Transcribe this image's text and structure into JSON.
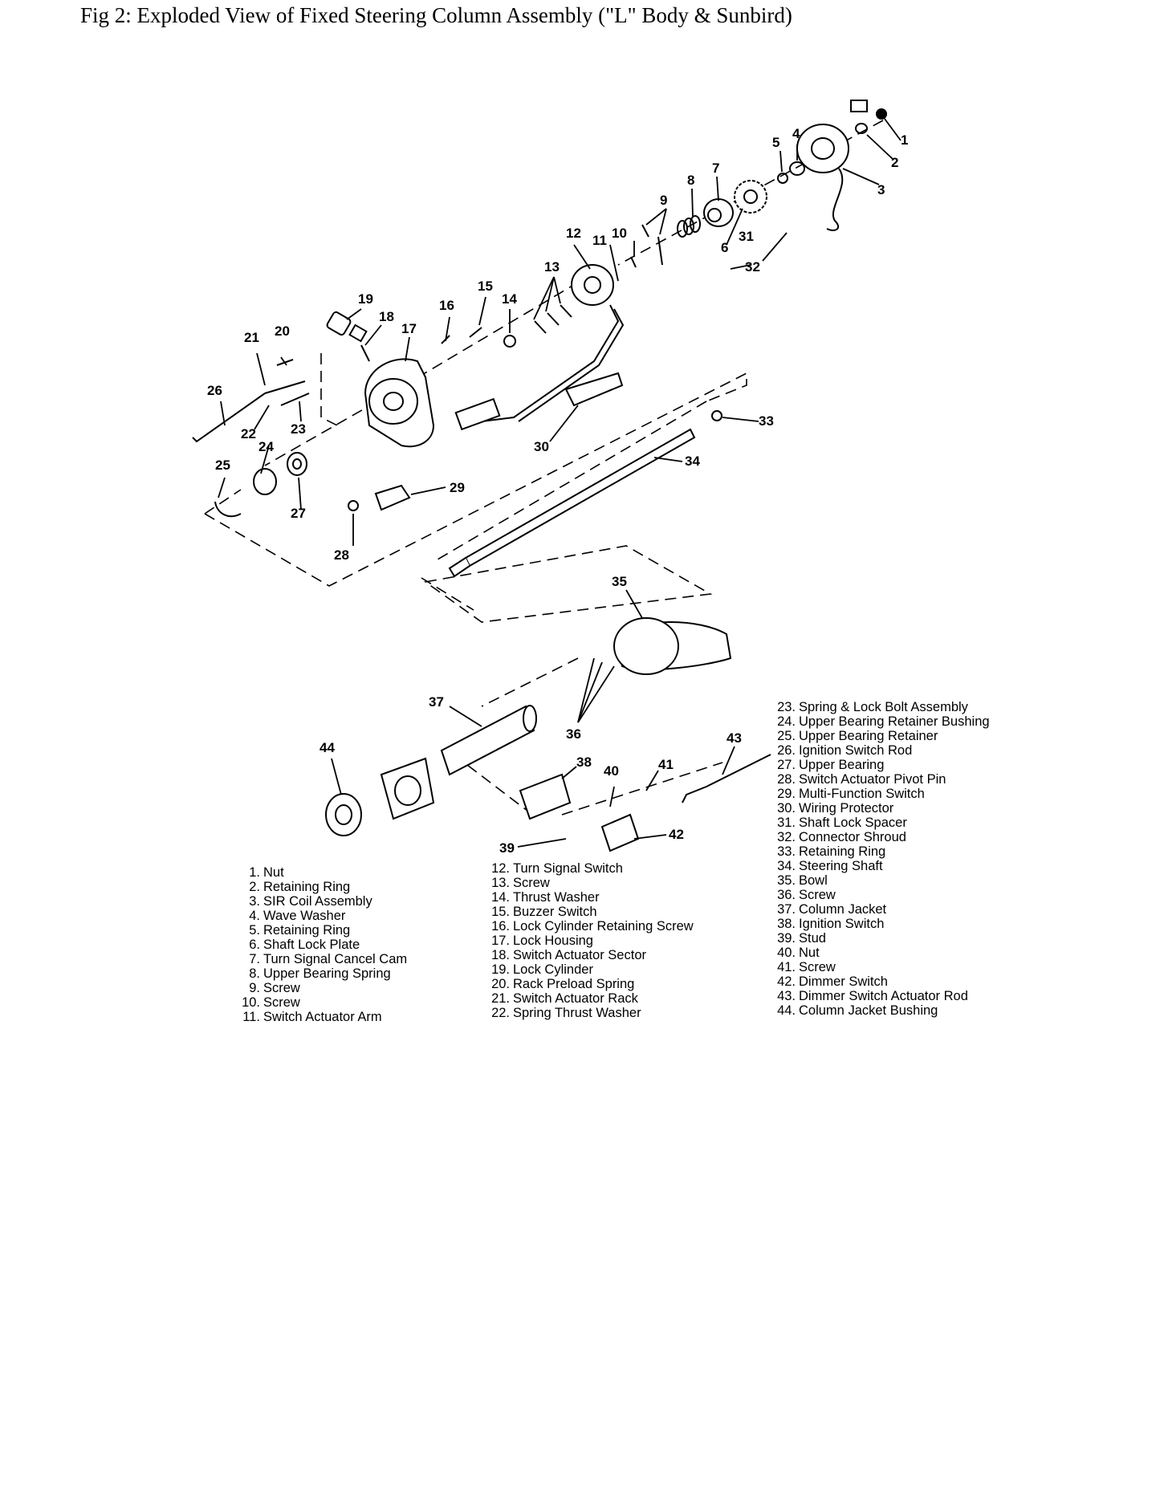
{
  "figure": {
    "title": "Fig 2: Exploded View of Fixed Steering Column Assembly (\"L\" Body & Sunbird)"
  },
  "callouts": [
    "1",
    "2",
    "3",
    "4",
    "5",
    "6",
    "7",
    "8",
    "9",
    "10",
    "11",
    "12",
    "13",
    "14",
    "15",
    "16",
    "17",
    "18",
    "19",
    "20",
    "21",
    "22",
    "23",
    "24",
    "25",
    "26",
    "27",
    "28",
    "29",
    "30",
    "31",
    "32",
    "33",
    "34",
    "35",
    "36",
    "37",
    "38",
    "39",
    "40",
    "41",
    "42",
    "43",
    "44"
  ],
  "legend": {
    "column1": [
      {
        "num": "1.",
        "label": "Nut"
      },
      {
        "num": "2.",
        "label": "Retaining Ring"
      },
      {
        "num": "3.",
        "label": "SIR Coil Assembly"
      },
      {
        "num": "4.",
        "label": "Wave Washer"
      },
      {
        "num": "5.",
        "label": "Retaining Ring"
      },
      {
        "num": "6.",
        "label": "Shaft Lock Plate"
      },
      {
        "num": "7.",
        "label": "Turn Signal Cancel Cam"
      },
      {
        "num": "8.",
        "label": "Upper Bearing Spring"
      },
      {
        "num": "9.",
        "label": "Screw"
      },
      {
        "num": "10.",
        "label": "Screw"
      },
      {
        "num": "11.",
        "label": "Switch Actuator Arm"
      }
    ],
    "column2": [
      {
        "num": "12.",
        "label": "Turn Signal Switch"
      },
      {
        "num": "13.",
        "label": "Screw"
      },
      {
        "num": "14.",
        "label": "Thrust Washer"
      },
      {
        "num": "15.",
        "label": "Buzzer Switch"
      },
      {
        "num": "16.",
        "label": "Lock Cylinder Retaining Screw"
      },
      {
        "num": "17.",
        "label": "Lock Housing"
      },
      {
        "num": "18.",
        "label": "Switch Actuator Sector"
      },
      {
        "num": "19.",
        "label": "Lock Cylinder"
      },
      {
        "num": "20.",
        "label": "Rack Preload Spring"
      },
      {
        "num": "21.",
        "label": "Switch Actuator Rack"
      },
      {
        "num": "22.",
        "label": "Spring Thrust Washer"
      }
    ],
    "column3": [
      {
        "num": "23.",
        "label": "Spring & Lock Bolt Assembly"
      },
      {
        "num": "24.",
        "label": "Upper Bearing Retainer Bushing"
      },
      {
        "num": "25.",
        "label": "Upper Bearing Retainer"
      },
      {
        "num": "26.",
        "label": "Ignition Switch Rod"
      },
      {
        "num": "27.",
        "label": "Upper Bearing"
      },
      {
        "num": "28.",
        "label": "Switch Actuator Pivot Pin"
      },
      {
        "num": "29.",
        "label": "Multi-Function Switch"
      },
      {
        "num": "30.",
        "label": "Wiring Protector"
      },
      {
        "num": "31.",
        "label": "Shaft Lock Spacer"
      },
      {
        "num": "32.",
        "label": "Connector Shroud"
      },
      {
        "num": "33.",
        "label": "Retaining Ring"
      },
      {
        "num": "34.",
        "label": "Steering Shaft"
      },
      {
        "num": "35.",
        "label": "Bowl"
      },
      {
        "num": "36.",
        "label": "Screw"
      },
      {
        "num": "37.",
        "label": "Column Jacket"
      },
      {
        "num": "38.",
        "label": "Ignition Switch"
      },
      {
        "num": "39.",
        "label": "Stud"
      },
      {
        "num": "40.",
        "label": "Nut"
      },
      {
        "num": "41.",
        "label": "Screw"
      },
      {
        "num": "42.",
        "label": "Dimmer Switch"
      },
      {
        "num": "43.",
        "label": "Dimmer Switch Actuator Rod"
      },
      {
        "num": "44.",
        "label": "Column Jacket Bushing"
      }
    ]
  }
}
